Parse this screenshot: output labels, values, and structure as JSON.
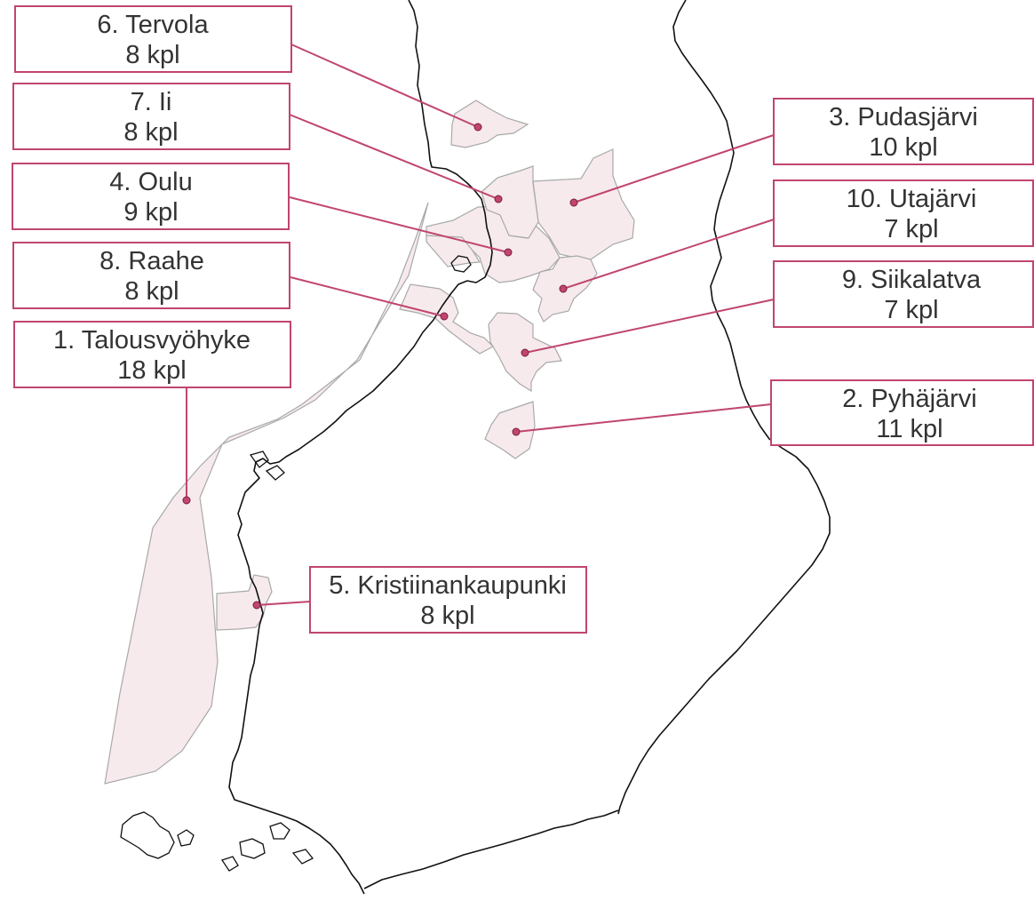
{
  "style": {
    "accent_color": "#c0456f",
    "region_fill": "#f6eaec",
    "region_stroke": "#a9a9a9",
    "coast_color": "#111111",
    "text_color": "#333333"
  },
  "areas": [
    {
      "id": "talousvyohyke",
      "name": "1. Talousvyöhyke",
      "count": "18 kpl"
    },
    {
      "id": "pyhajarvi",
      "name": "2. Pyhäjärvi",
      "count": "11 kpl"
    },
    {
      "id": "pudasjarvi",
      "name": "3. Pudasjärvi",
      "count": "10 kpl"
    },
    {
      "id": "oulu",
      "name": "4. Oulu",
      "count": "9 kpl"
    },
    {
      "id": "kristiinankaupunki",
      "name": "5. Kristiinankaupunki",
      "count": "8 kpl"
    },
    {
      "id": "tervola",
      "name": "6. Tervola",
      "count": "8 kpl"
    },
    {
      "id": "ii",
      "name": "7. Ii",
      "count": "8 kpl"
    },
    {
      "id": "raahe",
      "name": "8. Raahe",
      "count": "8 kpl"
    },
    {
      "id": "siikalatva",
      "name": "9. Siikalatva",
      "count": "7 kpl"
    },
    {
      "id": "utajarvi",
      "name": "10. Utajärvi",
      "count": "7 kpl"
    }
  ]
}
